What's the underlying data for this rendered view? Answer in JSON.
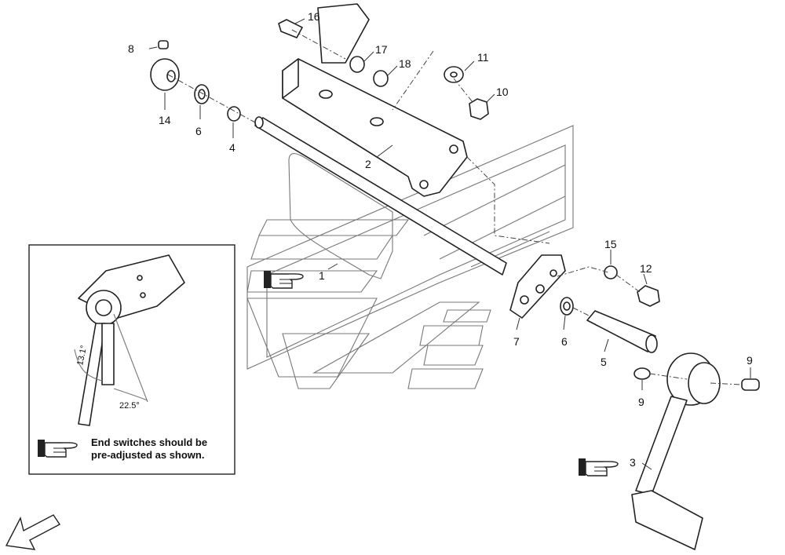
{
  "callouts": {
    "c1": "1",
    "c2": "2",
    "c3": "3",
    "c4": "4",
    "c5": "5",
    "c6a": "6",
    "c6b": "6",
    "c7": "7",
    "c8": "8",
    "c9a": "9",
    "c9b": "9",
    "c10": "10",
    "c11": "11",
    "c12": "12",
    "c14": "14",
    "c15": "15",
    "c16": "16",
    "c17": "17",
    "c18": "18"
  },
  "inset": {
    "note_line1": "End switches should be",
    "note_line2": "pre-adjusted as shown.",
    "angle_a": "13.1°",
    "angle_b": "22.5°"
  },
  "icons": [
    "pointing-hand-icon",
    "direction-arrow-icon"
  ]
}
